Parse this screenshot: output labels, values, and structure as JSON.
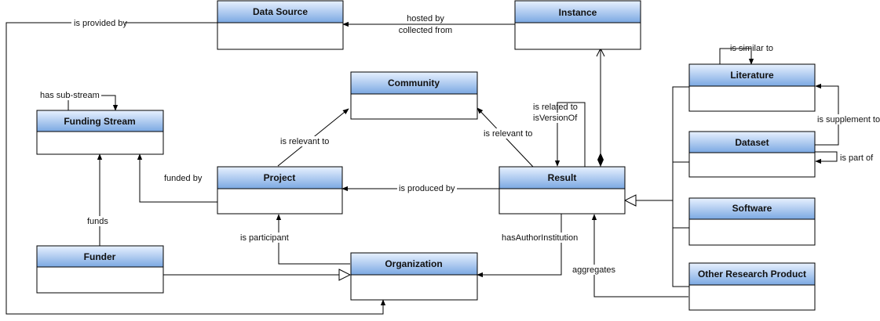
{
  "colors": {
    "header_top": "#e6f0ff",
    "header_bottom": "#7aa7e0",
    "border": "#000000",
    "body": "#ffffff"
  },
  "entities": {
    "data_source": "Data Source",
    "instance": "Instance",
    "community": "Community",
    "funding_stream": "Funding Stream",
    "project": "Project",
    "result": "Result",
    "funder": "Funder",
    "organization": "Organization",
    "literature": "Literature",
    "dataset": "Dataset",
    "software": "Software",
    "other_research_product": "Other Research Product"
  },
  "relations": {
    "is_provided_by": "is provided by",
    "hosted_by": "hosted by",
    "collected_from": "collected from",
    "has_sub_stream": "has sub-stream",
    "is_similar_to": "is similar to",
    "is_relevant_to_project": "is relevant to",
    "is_relevant_to_result": "is relevant to",
    "is_related_to": "is related to",
    "is_version_of": "isVersionOf",
    "is_supplement_to": "is supplement to",
    "is_part_of": "is part of",
    "funded_by": "funded by",
    "is_produced_by": "is produced by",
    "funds": "funds",
    "is_participant": "is participant",
    "has_author_institution": "hasAuthorInstitution",
    "aggregates": "aggregates"
  }
}
